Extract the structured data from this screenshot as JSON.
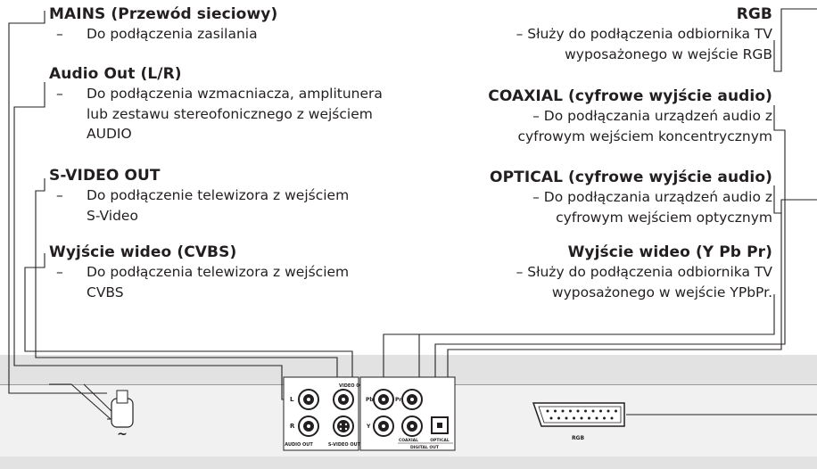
{
  "left_blocks": [
    {
      "title": "MAINS (Przewód sieciowy)",
      "dash": "–",
      "lines": [
        "Do podłączenia zasilania"
      ]
    },
    {
      "title": "Audio Out (L/R)",
      "dash": "–",
      "lines": [
        "Do podłączenia wzmacniacza, amplitunera",
        "lub zestawu stereofonicznego z wejściem",
        "AUDIO"
      ]
    },
    {
      "title": "S-VIDEO OUT",
      "dash": "–",
      "lines": [
        "Do podłączenie telewizora z wejściem",
        "S-Video"
      ]
    },
    {
      "title": "Wyjście wideo (CVBS)",
      "dash": "–",
      "lines": [
        "Do podłączenia telewizora z wejściem",
        "CVBS"
      ]
    }
  ],
  "right_blocks": [
    {
      "title": "RGB",
      "lines": [
        "– Służy do podłączenia odbiornika TV",
        "wyposażonego w wejście RGB"
      ]
    },
    {
      "title": "COAXIAL (cyfrowe wyjście audio)",
      "lines": [
        "– Do podłączania urządzeń audio z",
        "cyfrowym wejściem koncentrycznym"
      ]
    },
    {
      "title": "OPTICAL (cyfrowe wyjście audio)",
      "lines": [
        "– Do podłączania urządzeń audio z",
        "cyfrowym wejściem optycznym"
      ]
    },
    {
      "title": "Wyjście wideo (Y Pb Pr)",
      "lines": [
        "– Służy do podłączenia odbiornika TV",
        "wyposażonego w wejście YPbPr."
      ]
    }
  ],
  "panel_labels": {
    "l": "L",
    "r": "R",
    "video_out": "VIDEO OUT",
    "audio_out": "AUDIO OUT",
    "svideo_out": "S-VIDEO OUT",
    "pb": "Pb",
    "pr": "Pr",
    "y": "Y",
    "coaxial": "COAXIAL",
    "optical": "OPTICAL",
    "digital_out": "DIGITAL OUT",
    "rgb": "RGB",
    "mains_symbol": "~"
  }
}
